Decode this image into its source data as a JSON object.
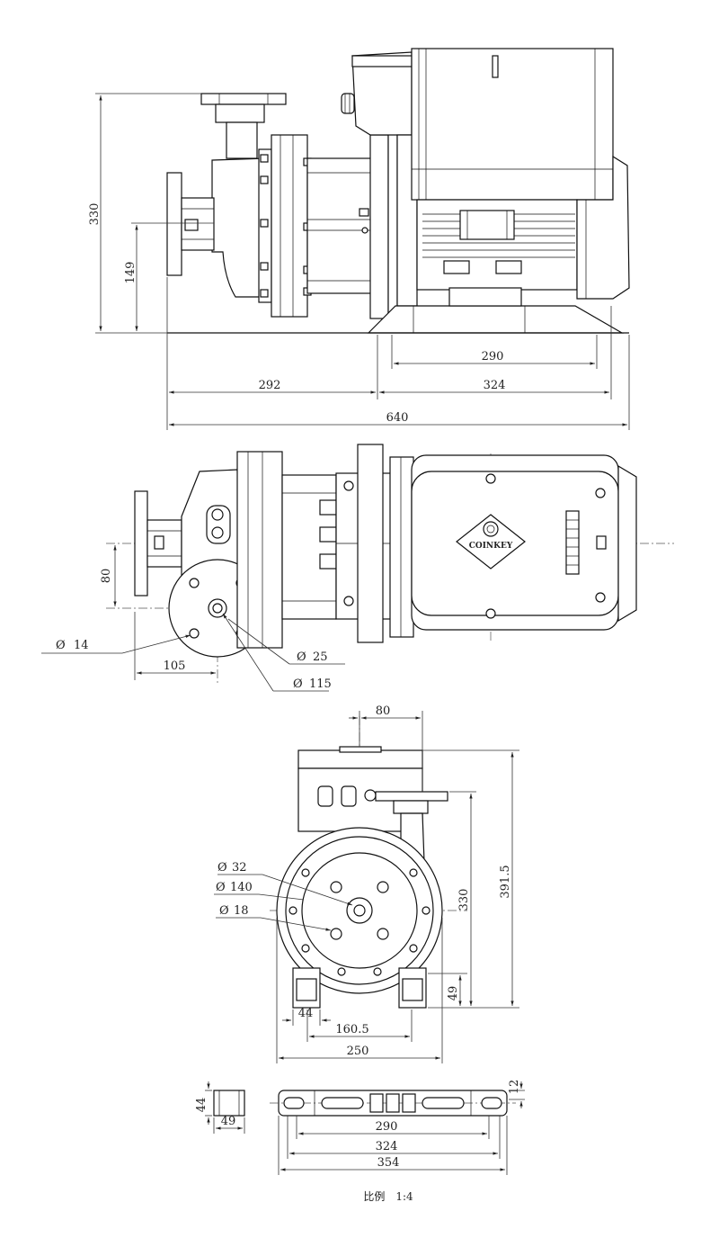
{
  "brand": {
    "logo_text": "COINKEY"
  },
  "side_view": {
    "dims": {
      "overall_height": "330",
      "outlet_center_height": "149",
      "pump_length": "292",
      "motor_length": "324",
      "foot_hole_span": "290",
      "overall_length": "640"
    }
  },
  "top_view": {
    "dims": {
      "offset": "80",
      "bolt_hole": "14",
      "port_bore": "25",
      "bolt_circle": "115",
      "flange_offset": "105"
    }
  },
  "front_view": {
    "dims": {
      "top_offset": "80",
      "bore": "32",
      "bolt_circle": "140",
      "bolt_hole": "18",
      "shaft_height": "330",
      "total_height": "391.5",
      "foot_height": "49",
      "foot_width": "44",
      "foot_spacing": "160.5",
      "body_width": "250"
    }
  },
  "base_view": {
    "dims": {
      "foot_h": "44",
      "foot_w": "49",
      "slot_thickness": "12",
      "inner_holes": "290",
      "mid_holes": "324",
      "total_length": "354"
    }
  },
  "scale_note": "比例　1:4"
}
